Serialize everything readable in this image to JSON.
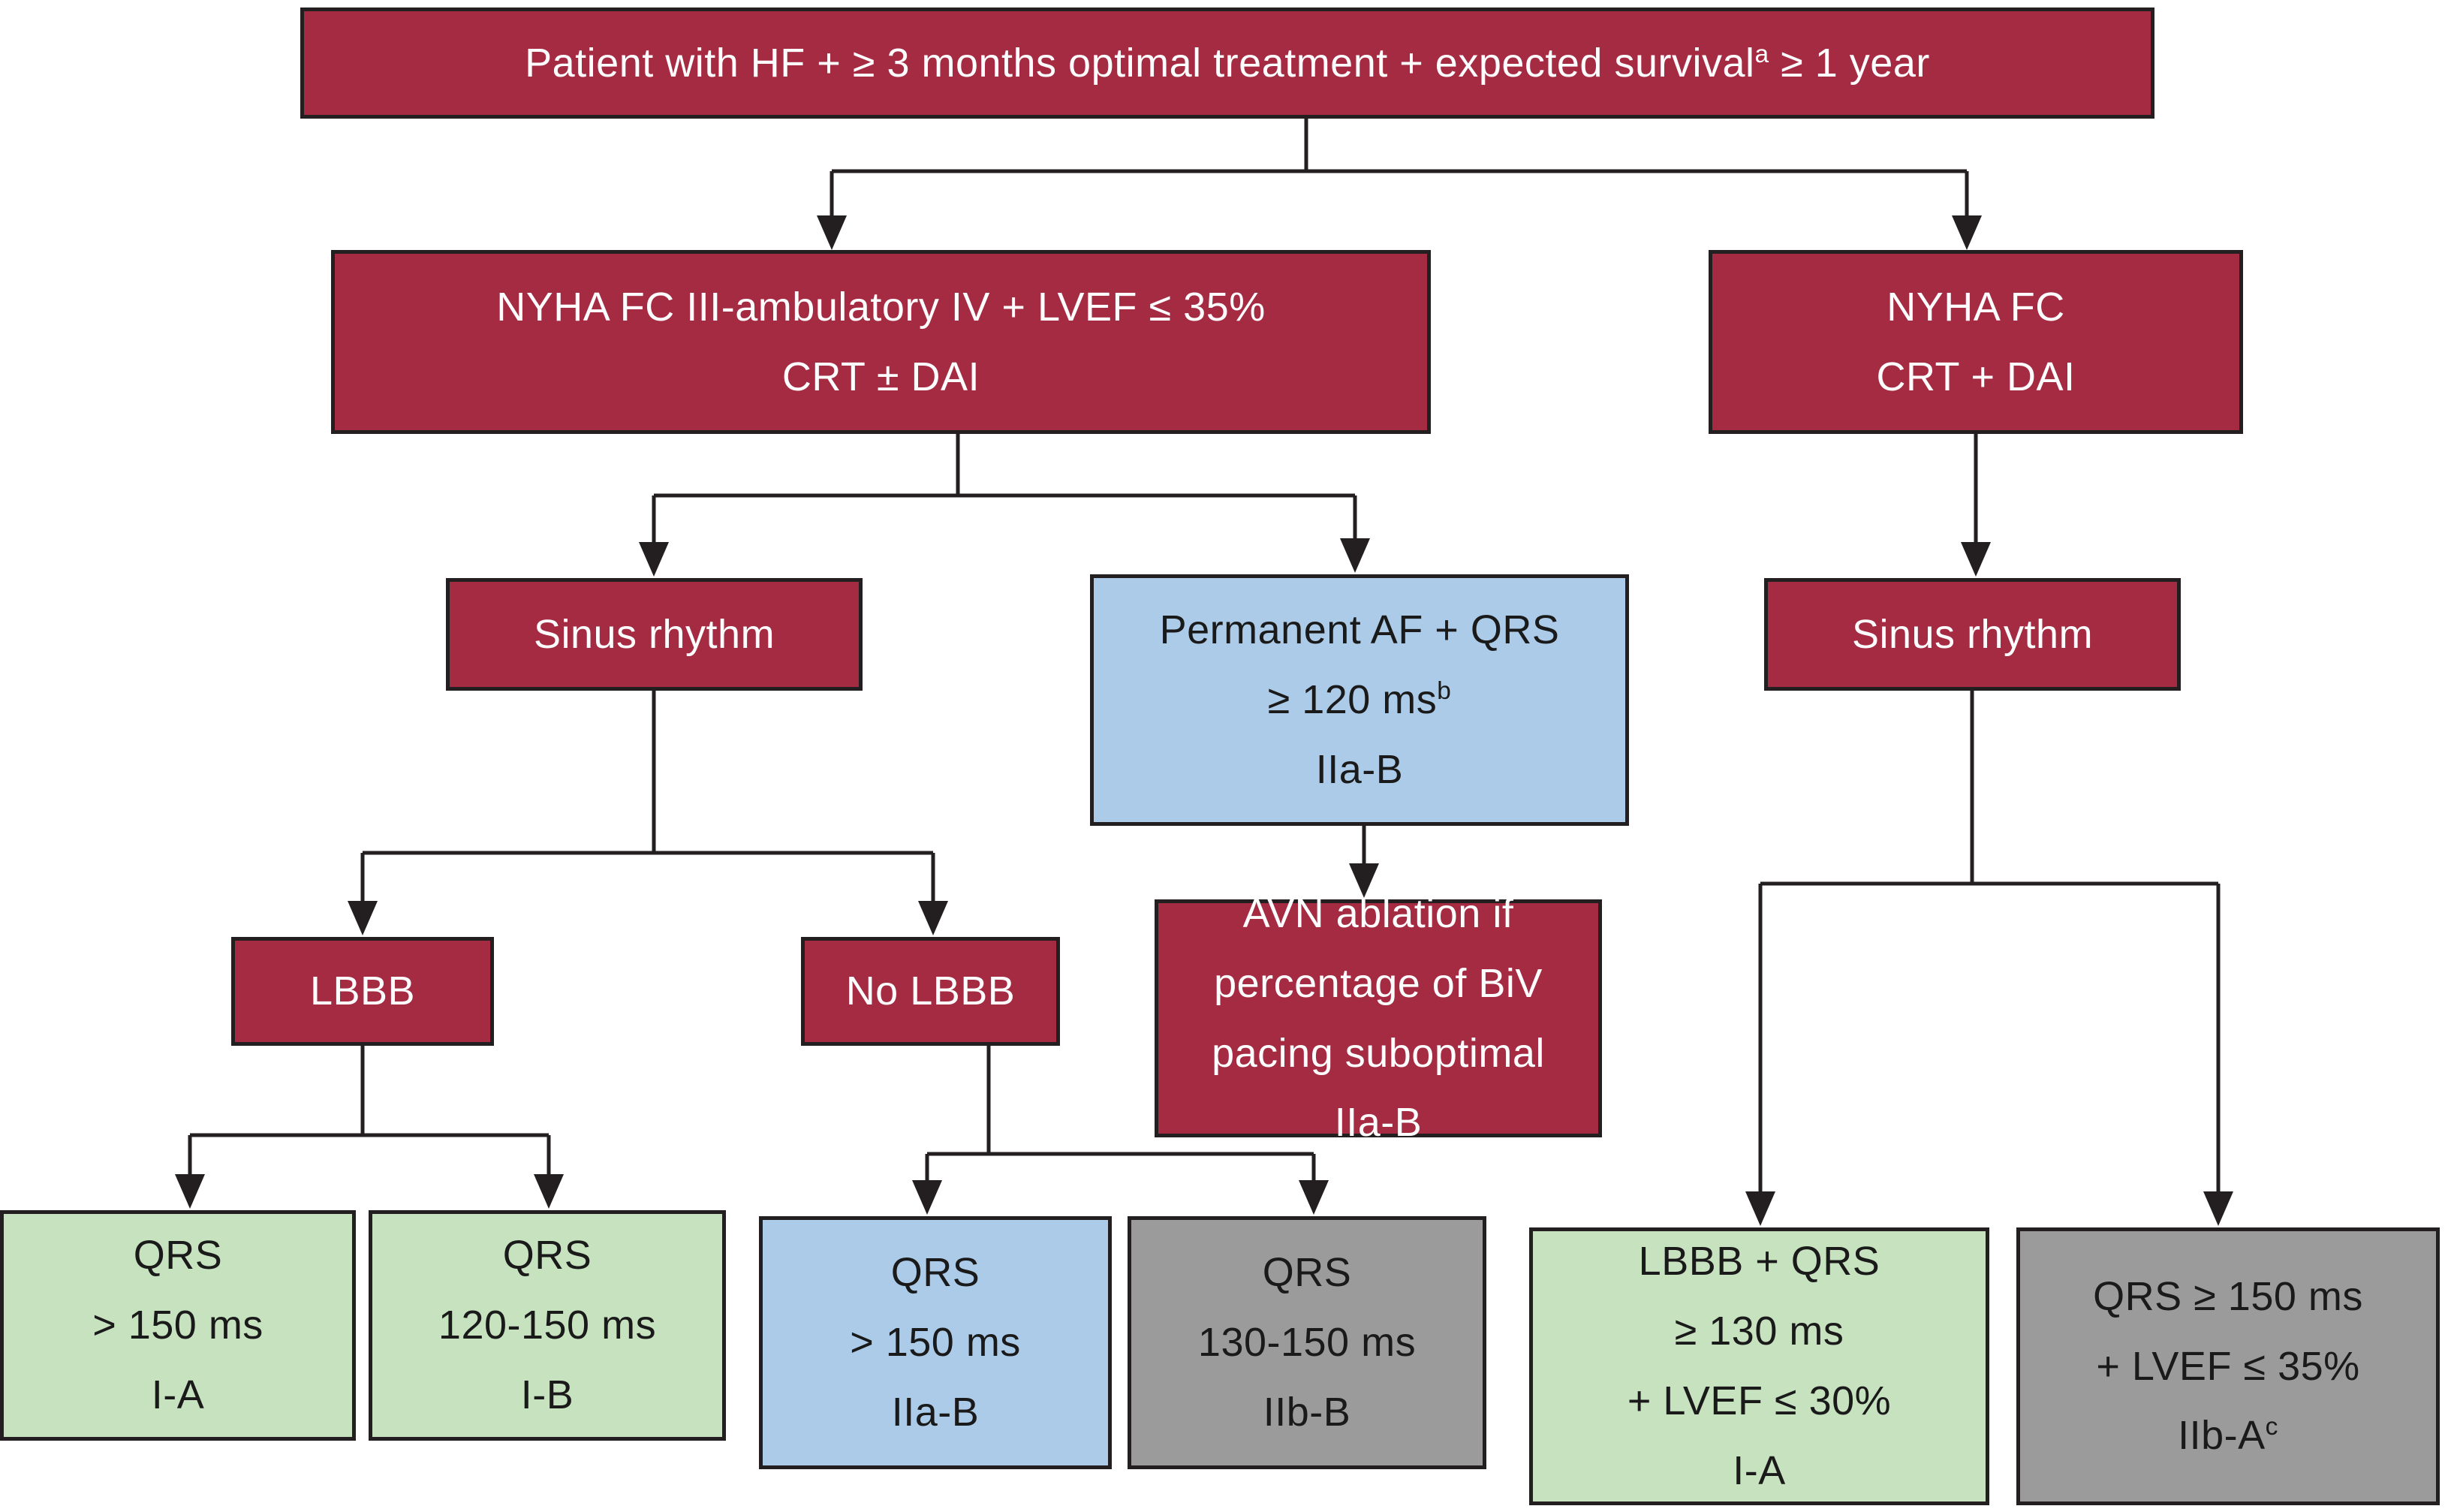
{
  "diagram": {
    "description": "Heart failure CRT decision flowchart",
    "colors": {
      "node_red": "#A42B42",
      "node_blue": "#ABCBE8",
      "node_green": "#C7E2BF",
      "node_gray": "#9B9B9B",
      "border_and_lines": "#231F20",
      "text_on_red": "#FDFDFD",
      "text_on_light": "#1A1A1A"
    }
  },
  "boxes": {
    "patient": {
      "line1_pre": "Patient with HF + ≥ 3 months optimal treatment + expected survival",
      "line1_sup": "a",
      "line1_post": " ≥ 1 year"
    },
    "nyha_crt_optional_dai": {
      "line1": "NYHA FC III-ambulatory IV + LVEF ≤ 35%",
      "line2": "CRT ± DAI"
    },
    "nyha_crt_dai": {
      "line1": "NYHA FC",
      "line2": "CRT + DAI"
    },
    "sinus_left": {
      "line1": "Sinus rhythm"
    },
    "permanent_af": {
      "line1": "Permanent AF + QRS",
      "line2_pre": "≥ 120 ms",
      "line2_sup": "b",
      "line3": "IIa-B"
    },
    "sinus_right": {
      "line1": "Sinus rhythm"
    },
    "lbbb": {
      "line1": "LBBB"
    },
    "no_lbbb": {
      "line1": "No LBBB"
    },
    "avn_ablation": {
      "line1": "AVN ablation if",
      "line2": "percentage of BiV",
      "line3": "pacing suboptimal",
      "line4": "IIa-B"
    },
    "qrs_gt150_ia": {
      "line1": "QRS",
      "line2": "> 150 ms",
      "line3": "I-A"
    },
    "qrs_120_150_ib": {
      "line1": "QRS",
      "line2": "120-150 ms",
      "line3": "I-B"
    },
    "qrs_gt150_iiab": {
      "line1": "QRS",
      "line2": "> 150 ms",
      "line3": "IIa-B"
    },
    "qrs_130_150_iibb": {
      "line1": "QRS",
      "line2": "130-150 ms",
      "line3": "IIb-B"
    },
    "lbbb_qrs130_lvef30": {
      "line1": "LBBB + QRS",
      "line2": "≥ 130 ms",
      "line3": "+ LVEF ≤ 30%",
      "line4": "I-A"
    },
    "qrs150_lvef35": {
      "line1": "QRS ≥ 150 ms",
      "line2": "+ LVEF ≤ 35%",
      "line3_pre": "IIb-A",
      "line3_sup": "c"
    }
  }
}
